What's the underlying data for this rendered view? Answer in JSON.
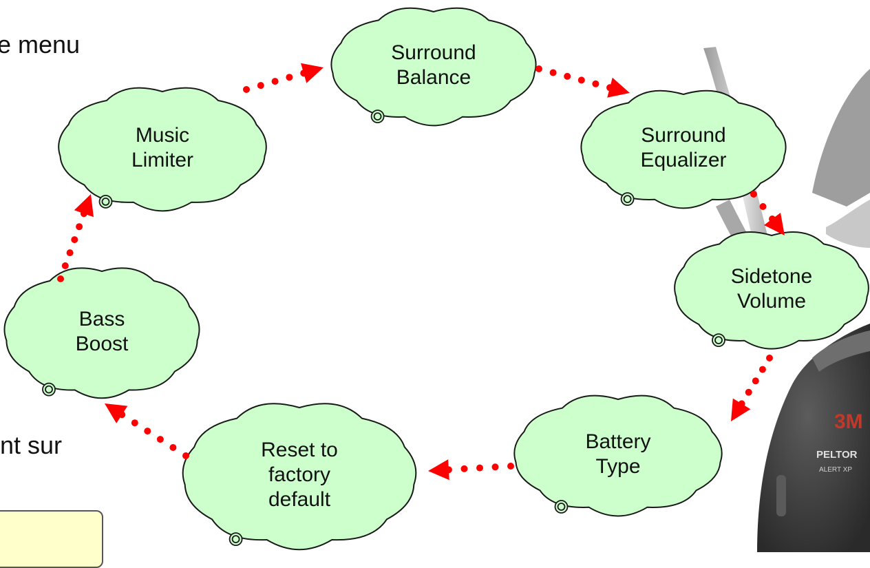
{
  "side_text": {
    "top": "e menu",
    "middle": "nt sur"
  },
  "nodes": [
    {
      "id": "surround-balance",
      "lines": [
        "Surround",
        "Balance"
      ]
    },
    {
      "id": "surround-equalizer",
      "lines": [
        "Surround",
        "Equalizer"
      ]
    },
    {
      "id": "sidetone-volume",
      "lines": [
        "Sidetone",
        "Volume"
      ]
    },
    {
      "id": "battery-type",
      "lines": [
        "Battery",
        "Type"
      ]
    },
    {
      "id": "reset-factory",
      "lines": [
        "Reset to",
        "factory",
        "default"
      ]
    },
    {
      "id": "bass-boost",
      "lines": [
        "Bass",
        "Boost"
      ]
    },
    {
      "id": "music-limiter",
      "lines": [
        "Music",
        "Limiter"
      ]
    }
  ],
  "colors": {
    "cloud_fill": "#ccffcc",
    "cloud_stroke": "#1a1a1a",
    "arrow": "#ff0000",
    "headset_dark": "#4a4a4a",
    "headset_light": "#bdbdbd"
  },
  "device_text": {
    "brand_logo": "3M",
    "product": "PELTOR",
    "model": "ALERT XP"
  }
}
